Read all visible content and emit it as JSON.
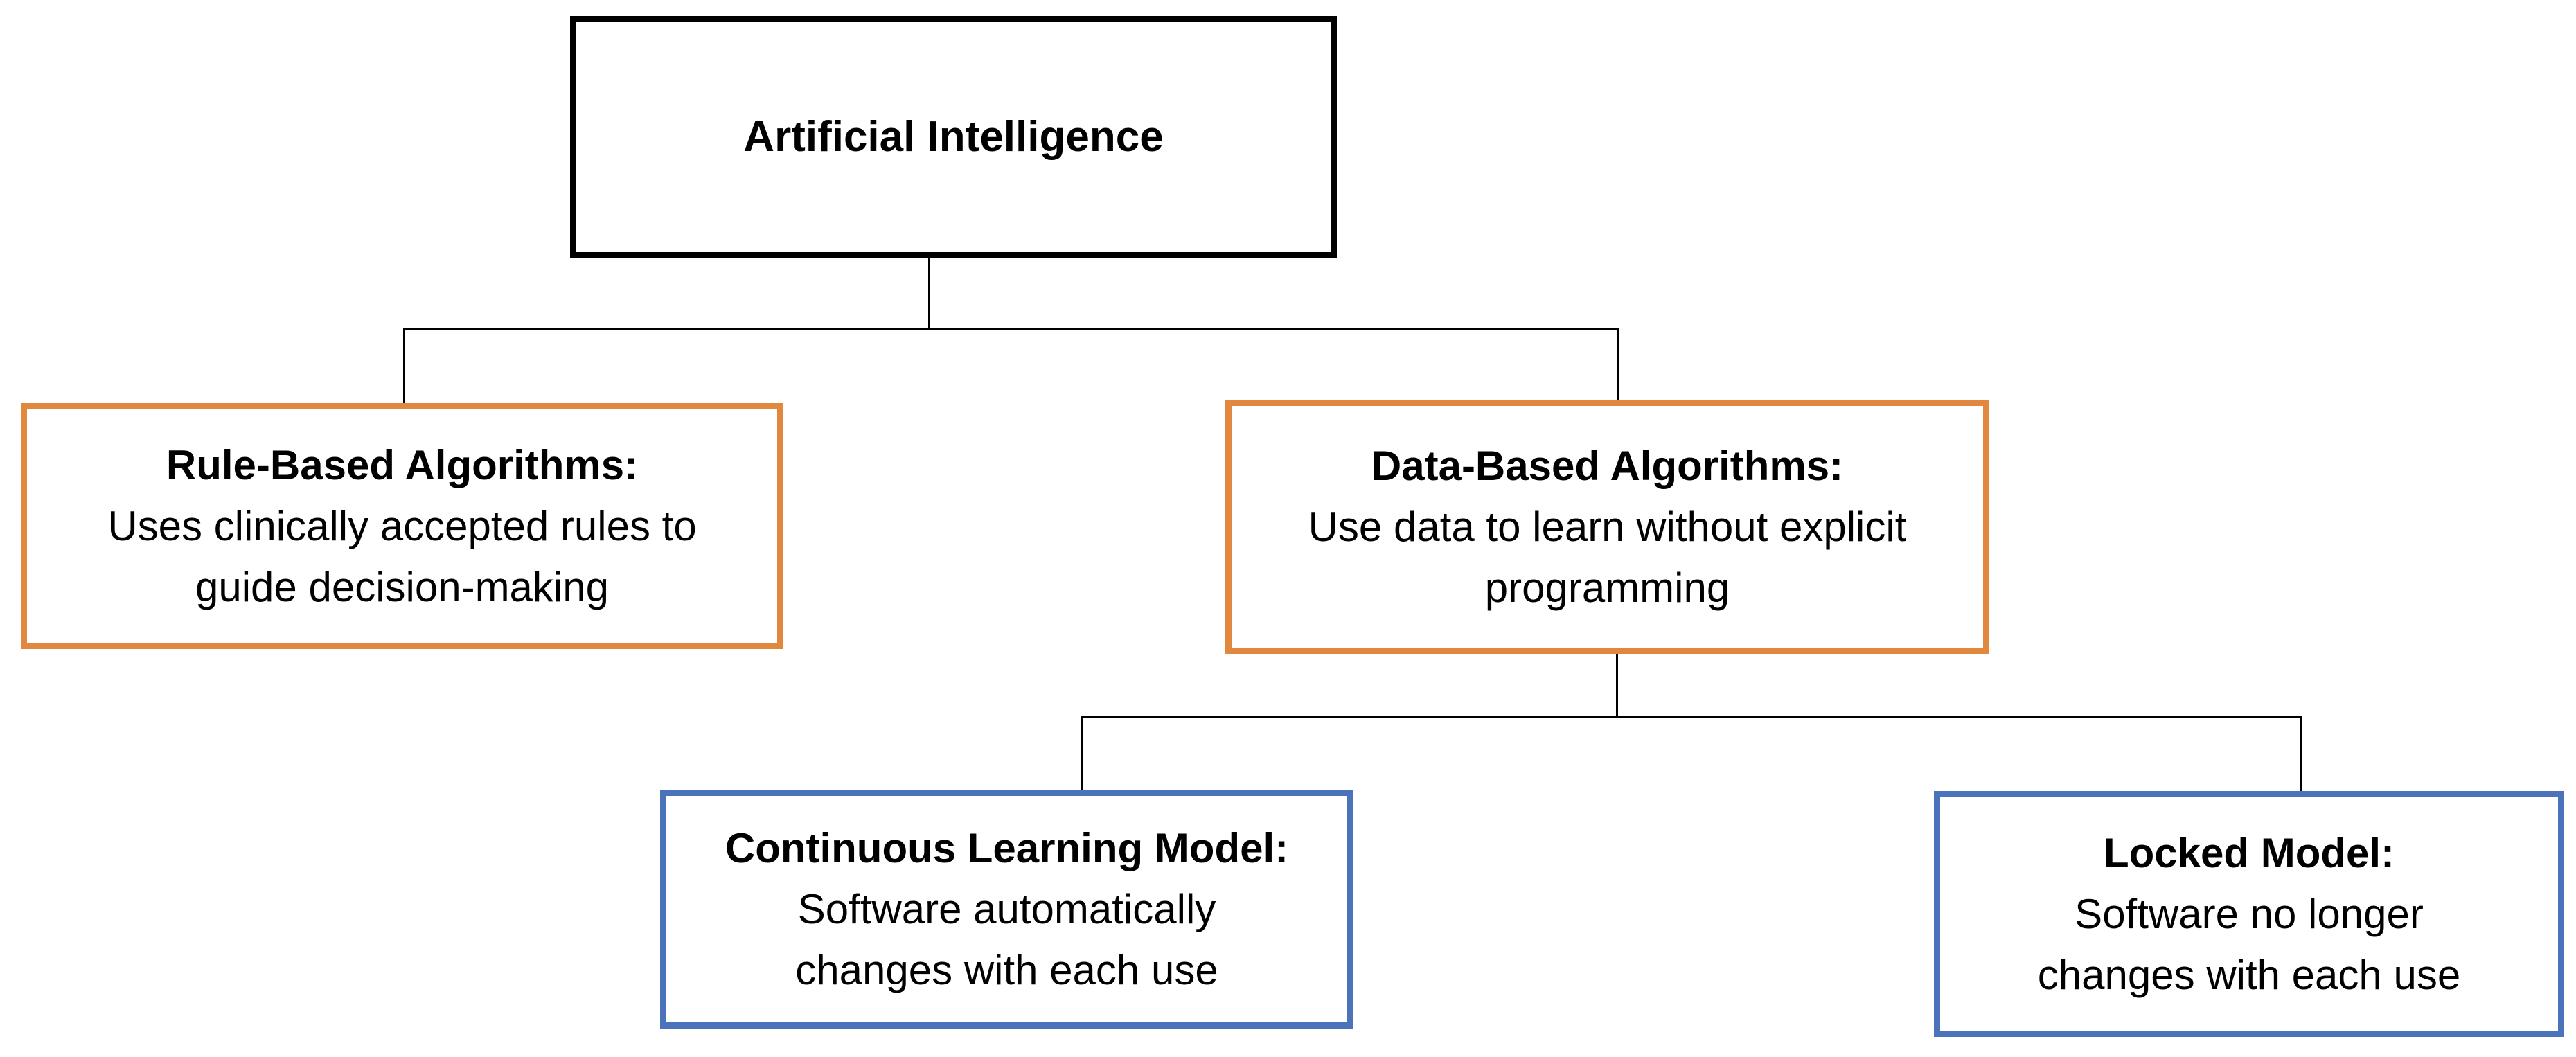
{
  "colors": {
    "background": "#FFFFFF",
    "text": "#000000",
    "root_border": "#000000",
    "branch_border": "#E2873E",
    "leaf_border": "#4A73BB",
    "connector": "#000000"
  },
  "nodes": {
    "root": {
      "title": "Artificial Intelligence"
    },
    "rule_based": {
      "title": "Rule-Based Algorithms:",
      "body_lines": [
        "Uses clinically accepted rules to",
        "guide decision-making"
      ]
    },
    "data_based": {
      "title": "Data-Based Algorithms:",
      "body_lines": [
        "Use data to learn without explicit",
        "programming"
      ]
    },
    "continuous": {
      "title": "Continuous Learning Model:",
      "body_lines": [
        "Software automatically",
        "changes with each use"
      ]
    },
    "locked": {
      "title": "Locked Model:",
      "body_lines": [
        "Software no longer",
        "changes with each use"
      ]
    }
  }
}
